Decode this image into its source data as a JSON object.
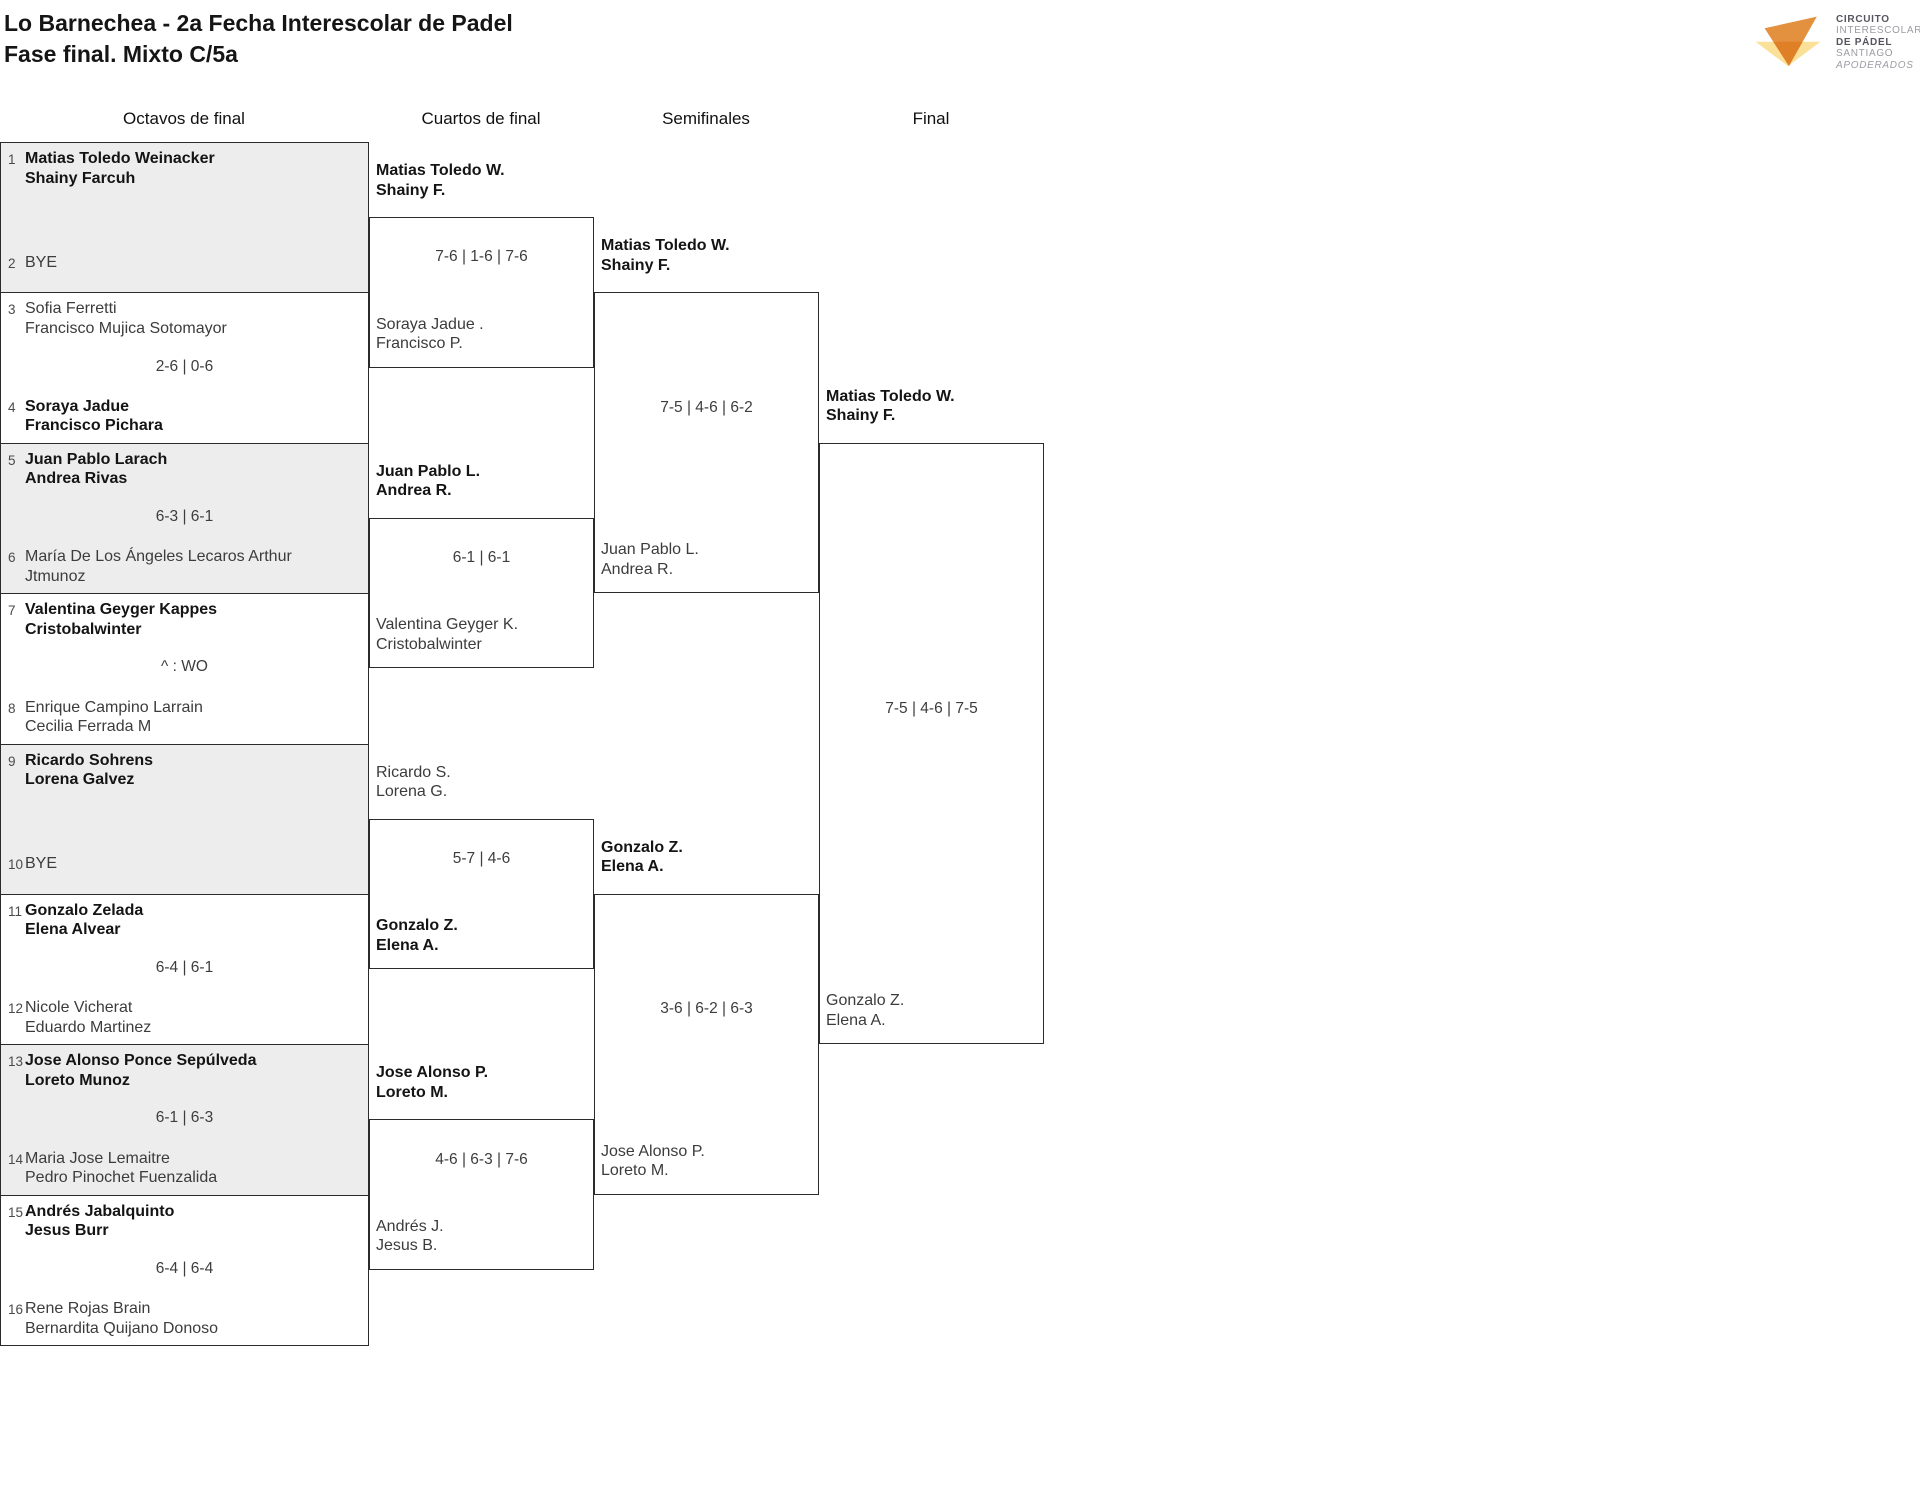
{
  "title": {
    "line1": "Lo Barnechea - 2a Fecha Interescolar de Padel",
    "line2": "Fase final. Mixto C/5a"
  },
  "logo": {
    "text_lines": [
      {
        "text": "CIRCUITO",
        "style": "dark"
      },
      {
        "text": "INTERESCOLAR",
        "style": "light"
      },
      {
        "text": "DE PÁDEL",
        "style": "dark"
      },
      {
        "text": "SANTIAGO",
        "style": "light"
      },
      {
        "text": "APODERADOS",
        "style": "light italic"
      }
    ],
    "mark_colors": {
      "wing_light": "#fbe098",
      "body_orange": "#e3913f"
    }
  },
  "round_headers": [
    "Octavos de final",
    "Cuartos de final",
    "Semifinales",
    "Final"
  ],
  "colors": {
    "shaded_box": "#ededed",
    "box_border": "#2b2b2b",
    "winner_text": "#141414",
    "loser_text": "#3c3c3c",
    "score_text": "#3d3d3d",
    "seed_text": "#4a4a4a"
  },
  "octavos": [
    {
      "shaded": true,
      "top": {
        "seed": "1",
        "lines": [
          "Matias Toledo Weinacker",
          "Shainy Farcuh"
        ],
        "winner": true
      },
      "score": "",
      "bottom": {
        "seed": "2",
        "lines": [
          "BYE"
        ],
        "winner": false
      }
    },
    {
      "shaded": false,
      "top": {
        "seed": "3",
        "lines": [
          "Sofia Ferretti",
          "Francisco Mujica Sotomayor"
        ],
        "winner": false
      },
      "score": "2-6 | 0-6",
      "bottom": {
        "seed": "4",
        "lines": [
          "Soraya Jadue",
          "Francisco Pichara"
        ],
        "winner": true
      }
    },
    {
      "shaded": true,
      "top": {
        "seed": "5",
        "lines": [
          "Juan Pablo Larach",
          "Andrea Rivas"
        ],
        "winner": true
      },
      "score": "6-3 | 6-1",
      "bottom": {
        "seed": "6",
        "lines": [
          "María De Los Ángeles Lecaros Arthur",
          "Jtmunoz"
        ],
        "winner": false
      }
    },
    {
      "shaded": false,
      "top": {
        "seed": "7",
        "lines": [
          "Valentina Geyger Kappes",
          "Cristobalwinter"
        ],
        "winner": true
      },
      "score": "^ : WO",
      "bottom": {
        "seed": "8",
        "lines": [
          "Enrique Campino Larrain",
          "Cecilia Ferrada M"
        ],
        "winner": false
      }
    },
    {
      "shaded": true,
      "top": {
        "seed": "9",
        "lines": [
          "Ricardo Sohrens",
          "Lorena Galvez"
        ],
        "winner": true
      },
      "score": "",
      "bottom": {
        "seed": "10",
        "lines": [
          "BYE"
        ],
        "winner": false
      }
    },
    {
      "shaded": false,
      "top": {
        "seed": "11",
        "lines": [
          "Gonzalo Zelada",
          "Elena Alvear"
        ],
        "winner": true
      },
      "score": "6-4 | 6-1",
      "bottom": {
        "seed": "12",
        "lines": [
          "Nicole Vicherat",
          "Eduardo Martinez"
        ],
        "winner": false
      }
    },
    {
      "shaded": true,
      "top": {
        "seed": "13",
        "lines": [
          "Jose Alonso Ponce Sepúlveda",
          "Loreto Munoz"
        ],
        "winner": true
      },
      "score": "6-1 | 6-3",
      "bottom": {
        "seed": "14",
        "lines": [
          "Maria Jose Lemaitre",
          "Pedro Pinochet Fuenzalida"
        ],
        "winner": false
      }
    },
    {
      "shaded": false,
      "top": {
        "seed": "15",
        "lines": [
          "Andrés Jabalquinto",
          "Jesus Burr"
        ],
        "winner": true
      },
      "score": "6-4 | 6-4",
      "bottom": {
        "seed": "16",
        "lines": [
          "Rene Rojas Brain",
          "Bernardita Quijano Donoso"
        ],
        "winner": false
      }
    }
  ],
  "cuartos": [
    {
      "above": {
        "lines": [
          "Matias Toledo W.",
          "Shainy F."
        ],
        "winner": true
      },
      "score": "7-6 | 1-6 | 7-6",
      "inside": {
        "lines": [
          "Soraya Jadue .",
          "Francisco P."
        ],
        "winner": false
      }
    },
    {
      "above": {
        "lines": [
          "Juan Pablo L.",
          "Andrea R."
        ],
        "winner": true
      },
      "score": "6-1 | 6-1",
      "inside": {
        "lines": [
          "Valentina Geyger K.",
          "Cristobalwinter"
        ],
        "winner": false
      }
    },
    {
      "above": {
        "lines": [
          "Ricardo S.",
          "Lorena G."
        ],
        "winner": false
      },
      "score": "5-7 | 4-6",
      "inside": {
        "lines": [
          "Gonzalo Z.",
          "Elena A."
        ],
        "winner": true
      }
    },
    {
      "above": {
        "lines": [
          "Jose Alonso P.",
          "Loreto M."
        ],
        "winner": true
      },
      "score": "4-6 | 6-3 | 7-6",
      "inside": {
        "lines": [
          "Andrés J.",
          "Jesus B."
        ],
        "winner": false
      }
    }
  ],
  "semifinales": [
    {
      "above": {
        "lines": [
          "Matias Toledo W.",
          "Shainy F."
        ],
        "winner": true
      },
      "score": "7-5 | 4-6 | 6-2",
      "inside": {
        "lines": [
          "Juan Pablo L.",
          "Andrea R."
        ],
        "winner": false
      }
    },
    {
      "above": {
        "lines": [
          "Gonzalo Z.",
          "Elena A."
        ],
        "winner": true
      },
      "score": "3-6 | 6-2 | 6-3",
      "inside": {
        "lines": [
          "Jose Alonso P.",
          "Loreto M."
        ],
        "winner": false
      }
    }
  ],
  "final": {
    "above": {
      "lines": [
        "Matias Toledo W.",
        "Shainy F."
      ],
      "winner": true
    },
    "score": "7-5 | 4-6 | 7-5",
    "inside": {
      "lines": [
        "Gonzalo Z.",
        "Elena A."
      ],
      "winner": false
    }
  }
}
